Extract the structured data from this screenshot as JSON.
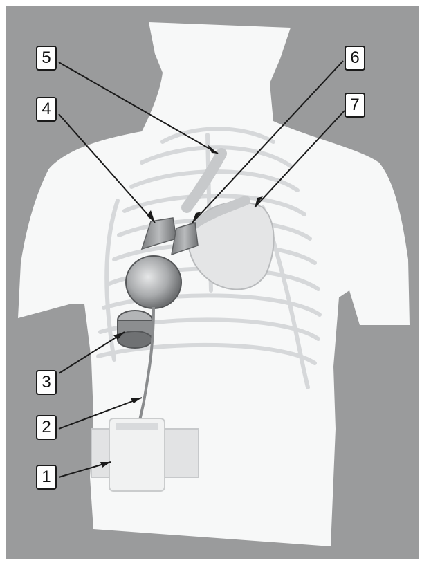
{
  "colors": {
    "background": "#9a9b9c",
    "torso": "#f7f8f8",
    "ribs": "#d6d8da",
    "device": "#8c8e90",
    "device_light": "#c9cbcd",
    "leader_line": "#1a1a1a"
  },
  "callouts": [
    {
      "id": "1",
      "label": "1"
    },
    {
      "id": "2",
      "label": "2"
    },
    {
      "id": "3",
      "label": "3"
    },
    {
      "id": "4",
      "label": "4"
    },
    {
      "id": "5",
      "label": "5"
    },
    {
      "id": "6",
      "label": "6"
    },
    {
      "id": "7",
      "label": "7"
    }
  ]
}
